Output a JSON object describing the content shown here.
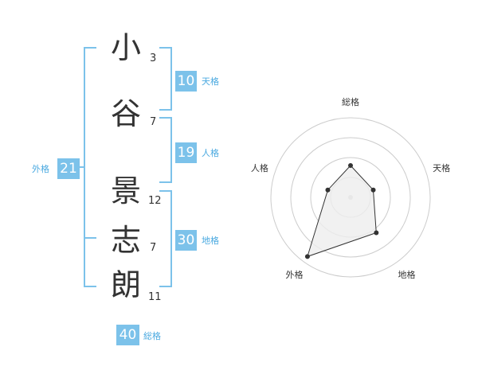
{
  "name_chars": [
    {
      "char": "小",
      "strokes": "3"
    },
    {
      "char": "谷",
      "strokes": "7"
    },
    {
      "char": "景",
      "strokes": "12"
    },
    {
      "char": "志",
      "strokes": "7"
    },
    {
      "char": "朗",
      "strokes": "11"
    }
  ],
  "badges": {
    "tenkaku": {
      "value": "10",
      "label": "天格"
    },
    "jinkaku": {
      "value": "19",
      "label": "人格"
    },
    "chikaku": {
      "value": "30",
      "label": "地格"
    },
    "gaikaku": {
      "value": "21",
      "label": "外格"
    },
    "soukaku": {
      "value": "40",
      "label": "総格"
    }
  },
  "chart_data": {
    "type": "radar",
    "axes": [
      "総格",
      "天格",
      "地格",
      "外格",
      "人格"
    ],
    "values": [
      0.4,
      0.3,
      0.55,
      0.92,
      0.3
    ],
    "rings": 4,
    "colors": {
      "line": "#333333",
      "fill": "#eeeeee",
      "ring": "#cccccc",
      "center": "#cccccc"
    }
  },
  "accent_color": "#7cc2ea"
}
